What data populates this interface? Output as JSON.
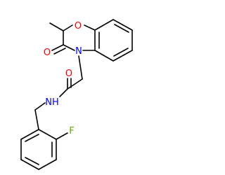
{
  "colors": {
    "bond": "#000000",
    "oxygen": "#ff0000",
    "nitrogen": "#0000ff",
    "fluorine": "#66aa00",
    "background": "#ffffff"
  },
  "atoms": {
    "ring_oxygen": "O",
    "carbonyl_oxygen_ring": "O",
    "ring_nitrogen": "N",
    "amide_oxygen": "O",
    "amide_nh": "NH",
    "fluorine": "F"
  }
}
